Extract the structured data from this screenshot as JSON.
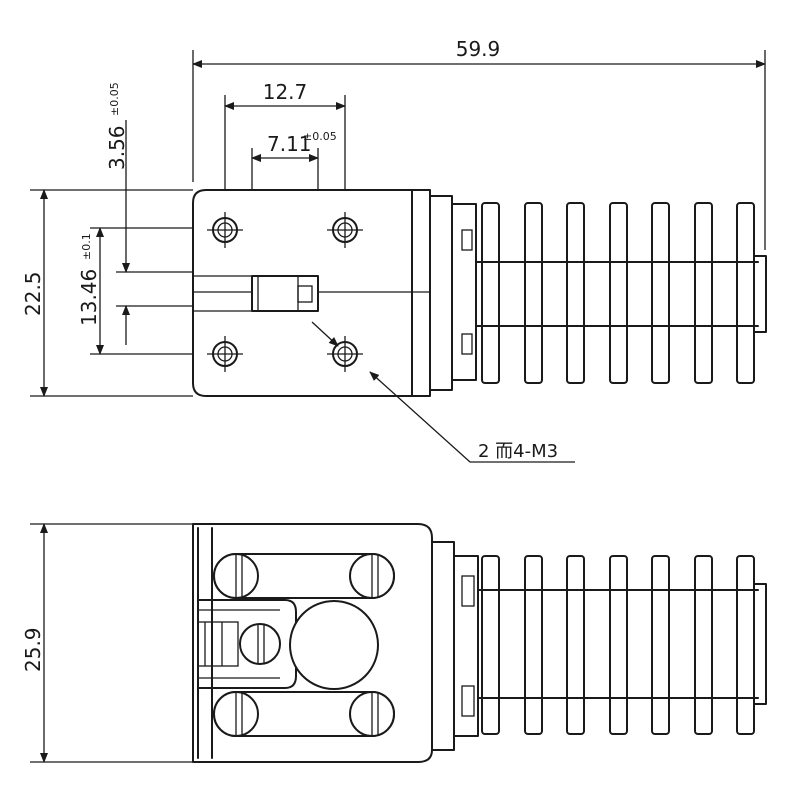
{
  "dimensions": {
    "overall_length": "59.9",
    "hole_pitch_x": "12.7",
    "slot_width": "7.11",
    "slot_width_tol": "±0.05",
    "offset": "3.56",
    "offset_tol": "±0.05",
    "hole_pitch_y": "13.46",
    "hole_pitch_y_tol": "±0.1",
    "body_height": "22.5",
    "side_height": "25.9"
  },
  "callout": {
    "hole_note": "2 而4-M3"
  },
  "colors": {
    "line": "#1a1a1a",
    "background": "#ffffff"
  }
}
